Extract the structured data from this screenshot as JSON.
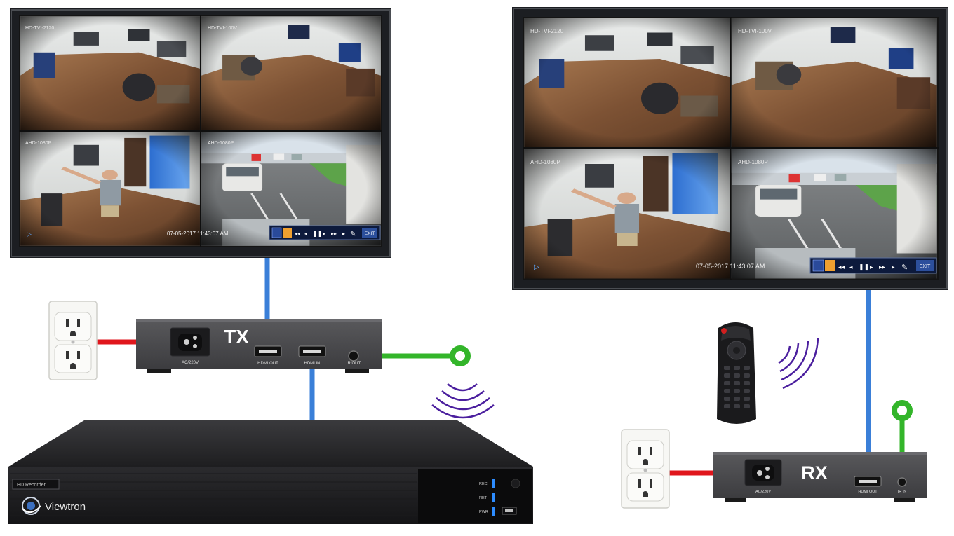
{
  "monitors": [
    {
      "cameras": [
        {
          "label": "HD-TVI-2120"
        },
        {
          "label": "HD-TVI-100V"
        },
        {
          "label": "AHD-1080P"
        },
        {
          "label": "AHD-1080P"
        }
      ],
      "timestamp": "07-05-2017 11:43:07 AM",
      "exit_label": "EXIT"
    },
    {
      "cameras": [
        {
          "label": "HD-TVI-2120"
        },
        {
          "label": "HD-TVI-100V"
        },
        {
          "label": "AHD-1080P"
        },
        {
          "label": "AHD-1080P"
        }
      ],
      "timestamp": "07-05-2017 11:43:07 AM",
      "exit_label": "EXIT"
    }
  ],
  "tx": {
    "title": "TX",
    "power_label": "AC/220V",
    "hdmi_out_label": "HDMI OUT",
    "hdmi_in_label": "HDMI IN",
    "ir_out_label": "IR OUT"
  },
  "rx": {
    "title": "RX",
    "power_label": "AC/220V",
    "hdmi_out_label": "HDMI OUT",
    "ir_in_label": "IR IN"
  },
  "dvr": {
    "badge": "HD Recorder",
    "brand": "Viewtron",
    "indicators": [
      "REC",
      "NET",
      "PWR"
    ]
  },
  "colors": {
    "hdmi_cable": "#3a7fd8",
    "power_cable": "#e0161c",
    "ir_cable": "#33b52a",
    "ir_waves": "#4b1f9e",
    "device_body": "#48484b",
    "led_blue": "#2d8cff"
  }
}
